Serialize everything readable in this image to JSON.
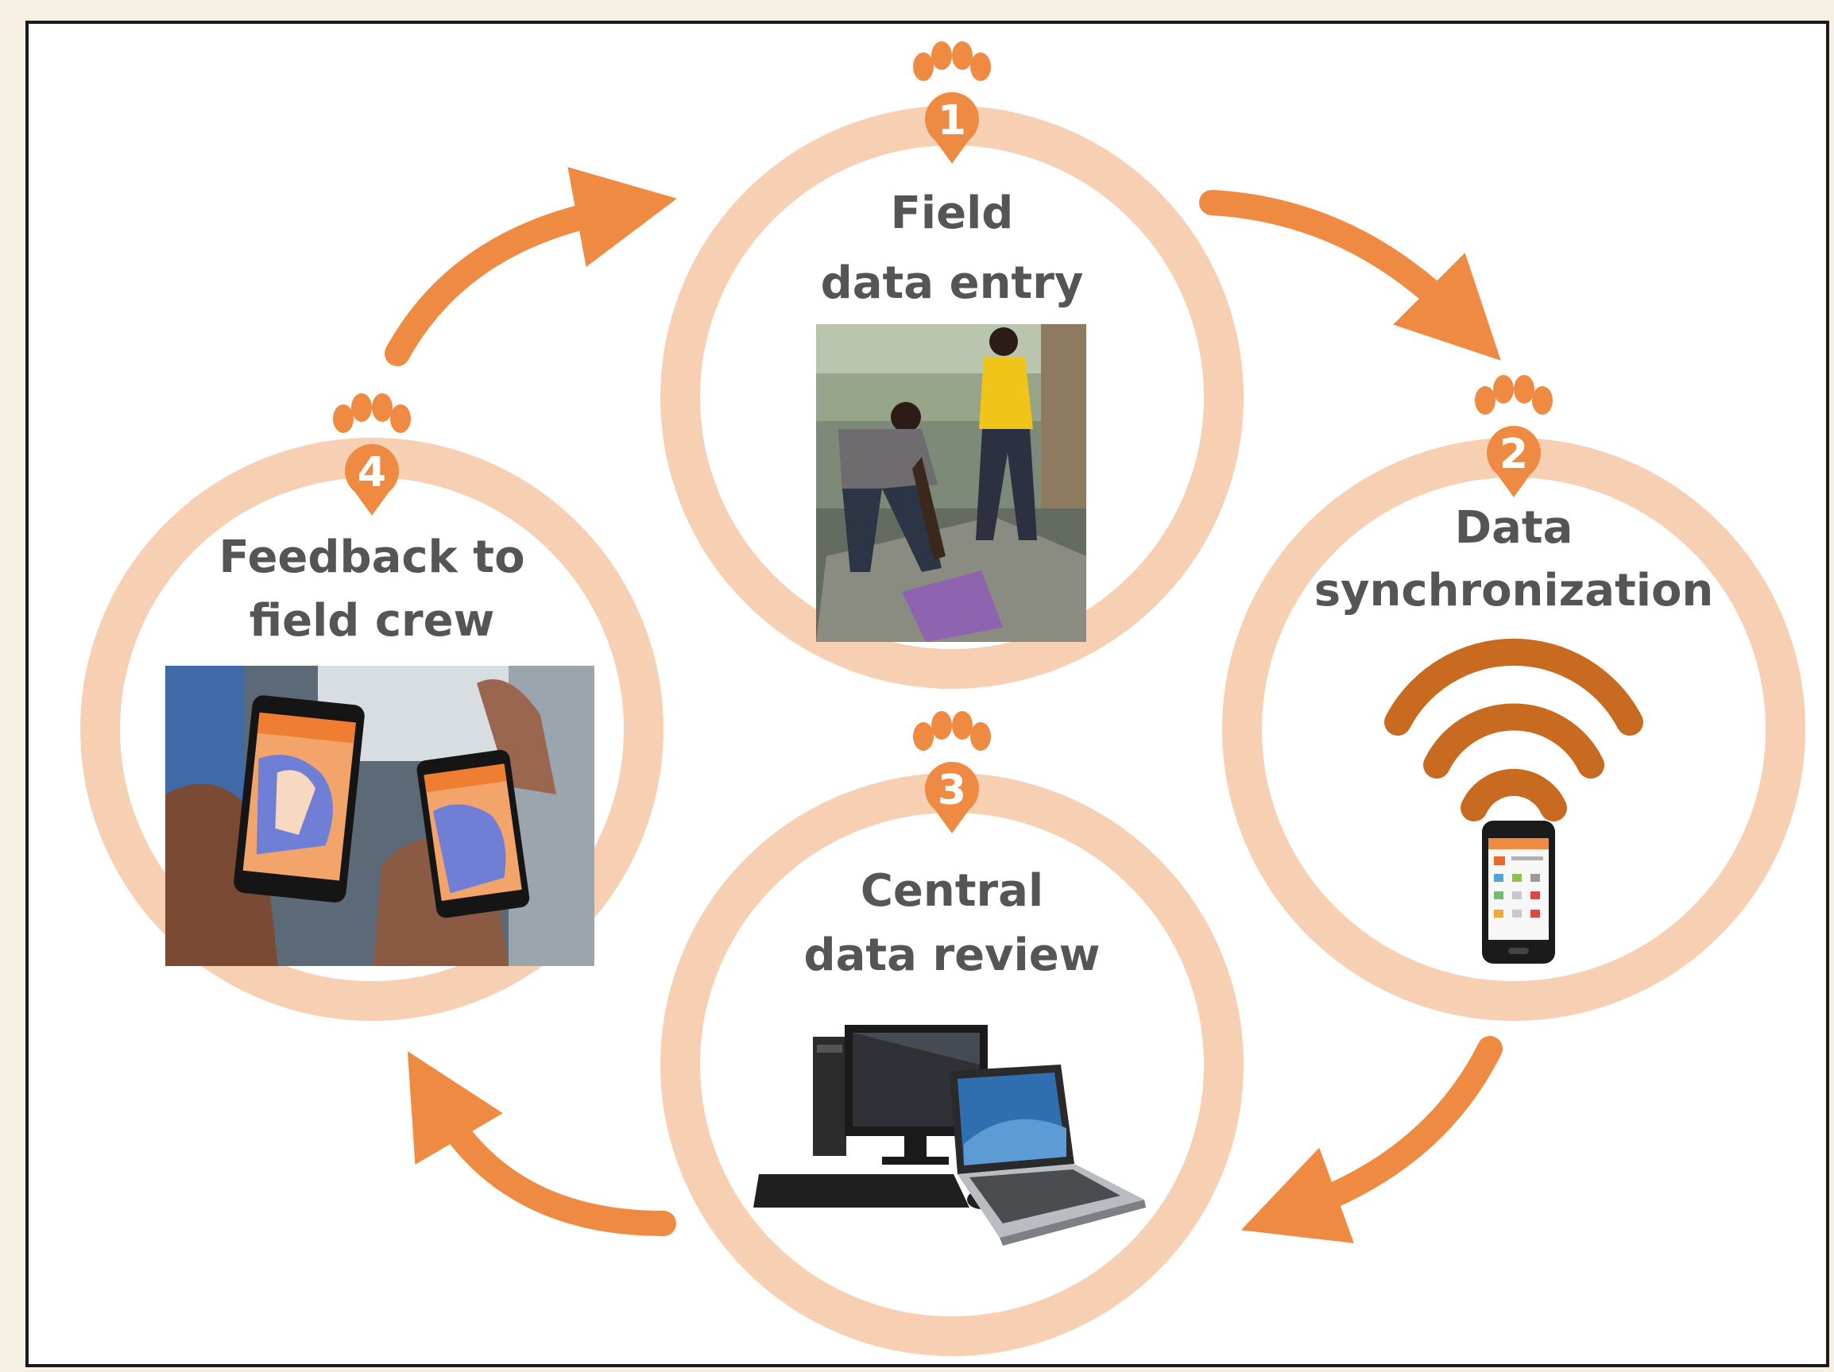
{
  "diagram": {
    "colors": {
      "ring": "#f7cfb3",
      "arrow": "#ef8a43",
      "paw": "#ef8a43",
      "text": "#555555",
      "wifi": "#c96a21",
      "background": "#f4efe1"
    },
    "steps": [
      {
        "number": "1",
        "line1": "Field",
        "line2": "data entry",
        "image": "field-workers-photo"
      },
      {
        "number": "2",
        "line1": "Data",
        "line2": "synchronization",
        "image": "wifi-phone-icon"
      },
      {
        "number": "3",
        "line1": "Central",
        "line2": "data review",
        "image": "computer-laptop-icon"
      },
      {
        "number": "4",
        "line1": "Feedback to",
        "line2": "field crew",
        "image": "phones-in-hands-photo"
      }
    ]
  }
}
